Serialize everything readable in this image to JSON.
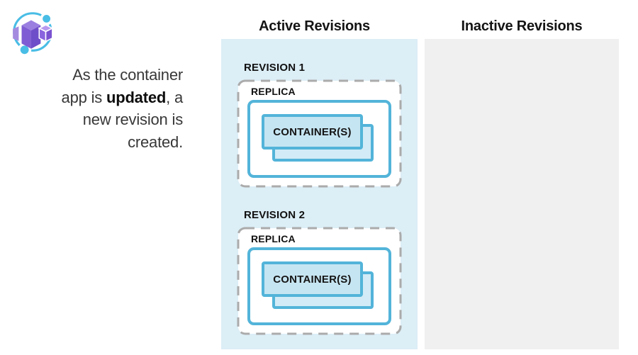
{
  "diagram": {
    "icon": {
      "name": "azure-container-apps-icon"
    },
    "intro": {
      "line1": "As the container",
      "line2_pre": "app is ",
      "line2_bold": "updated",
      "line2_post": ", a",
      "line3": "new revision is",
      "line4": "created."
    },
    "columns": {
      "active": {
        "title": "Active Revisions"
      },
      "inactive": {
        "title": "Inactive Revisions"
      }
    },
    "revisions": [
      {
        "label": "REVISION 1",
        "replica_label": "REPLICA",
        "containers_label": "CONTAINER(S)"
      },
      {
        "label": "REVISION 2",
        "replica_label": "REPLICA",
        "containers_label": "CONTAINER(S)"
      }
    ],
    "colors": {
      "active_panel_bg": "#dceef6",
      "inactive_panel_bg": "#f0f0f0",
      "accent_blue": "#53b4d9",
      "container_fill": "#c6e5f2",
      "container_back_fill": "#d2ebf6",
      "dashed_border": "#ababab",
      "icon_blue": "#49bde5",
      "icon_purple": "#7f5cd3"
    }
  }
}
